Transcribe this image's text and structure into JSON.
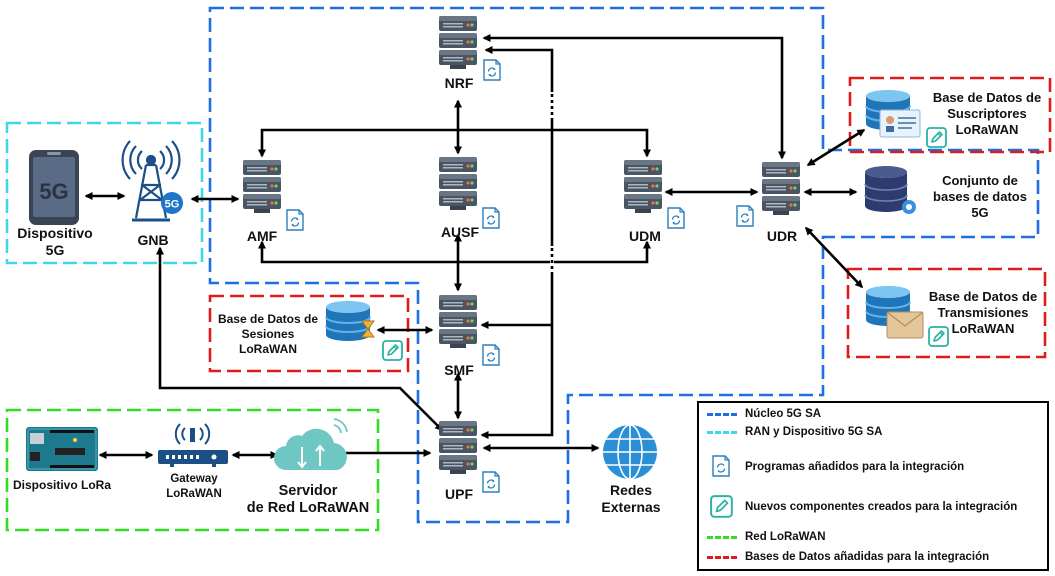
{
  "nodes": {
    "nrf": "NRF",
    "amf": "AMF",
    "ausf": "AUSF",
    "udm": "UDM",
    "udr": "UDR",
    "smf": "SMF",
    "upf": "UPF",
    "gnb": "GNB",
    "device_5g": [
      "Dispositivo",
      "5G"
    ],
    "device_lora": "Dispositivo LoRa",
    "gateway_lora": [
      "Gateway",
      "LoRaWAN"
    ],
    "server_lora": [
      "Servidor",
      "de Red LoRaWAN"
    ],
    "external_nets": [
      "Redes",
      "Externas"
    ],
    "db_subscribers": [
      "Base de Datos de",
      "Suscriptores",
      "LoRaWAN"
    ],
    "db_5g": [
      "Conjunto de",
      "bases de datos",
      "5G"
    ],
    "db_transmissions": [
      "Base de Datos de",
      "Transmisiones",
      "LoRaWAN"
    ],
    "db_sessions": [
      "Base de Datos de",
      "Sesiones",
      "LoRaWAN"
    ],
    "phone_glyph": "5G",
    "antenna_badge": "5G"
  },
  "legend": {
    "core": "Núcleo 5G SA",
    "ran": "RAN y Dispositivo 5G SA",
    "programs": "Programas añadidos para la integración",
    "new_components": "Nuevos componentes creados para la integración",
    "lora_net": "Red LoRaWAN",
    "databases": "Bases de Datos añadidas para la integración"
  },
  "colors": {
    "core": "#1f6fe0",
    "ran": "#3fd7e6",
    "lora": "#33dd22",
    "db": "#e01b1b",
    "server_dark": "#3c4654",
    "server_light": "#9aa6b4",
    "cloud": "#6fc7c4",
    "db_blue": "#2a86c8"
  }
}
